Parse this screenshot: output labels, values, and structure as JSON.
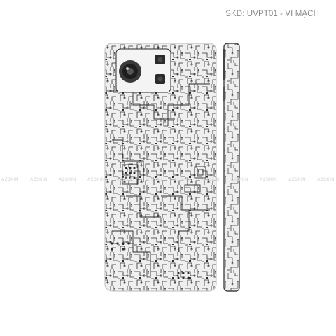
{
  "product": {
    "sku_text": "SKD: UVPT01 - VI MẠCH"
  },
  "watermark": {
    "text": "AZSKIN",
    "repeat": 12
  },
  "colors": {
    "background": "#ffffff",
    "skin": "#efefef",
    "trace": "#2b2b2b",
    "camera": "#2a2a2a",
    "sku_text": "#8a8a8a"
  },
  "icons": {
    "main_lens": "camera-lens-icon",
    "secondary_lens": "camera-lens-icon"
  }
}
